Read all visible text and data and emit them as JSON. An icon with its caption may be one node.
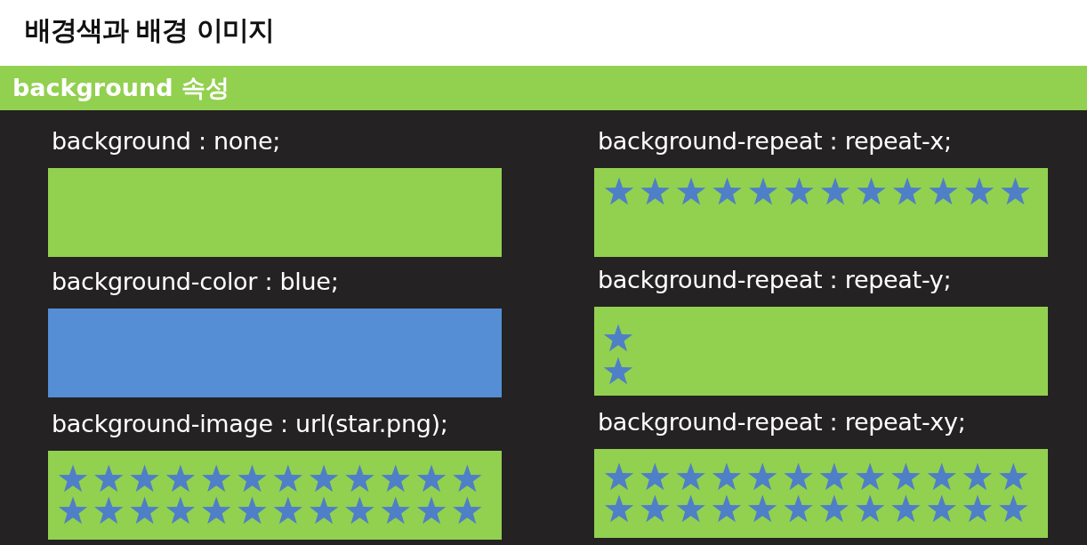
{
  "diagram": {
    "title": "배경색과 배경 이미지",
    "nodes": [
      {
        "text": [
          "background 속성"
        ]
      },
      {
        "text": [
          "background : none;"
        ]
      },
      {
        "text": [
          "background-repeat : repeat-x;"
        ]
      },
      {
        "text": [
          "background-color : blue;"
        ]
      },
      {
        "text": [
          "background-repeat : repeat-y;"
        ]
      },
      {
        "text": [
          "background-image : url(star.png);"
        ]
      },
      {
        "text": [
          "background-repeat : repeat-xy;"
        ]
      }
    ],
    "edges": []
  }
}
